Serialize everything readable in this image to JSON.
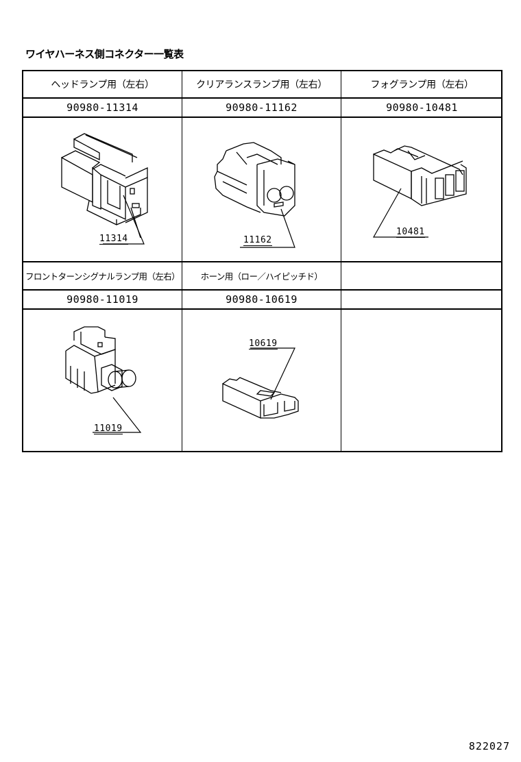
{
  "document": {
    "title": "ワイヤハーネス側コネクター一覧表",
    "doc_number": "822027"
  },
  "table": {
    "rows": [
      {
        "cells": [
          {
            "label": "ヘッドランプ用（左右）",
            "part_number": "90980-11314",
            "callout": "11314",
            "drawing": "connector-11314"
          },
          {
            "label": "クリアランスランプ用（左右）",
            "part_number": "90980-11162",
            "callout": "11162",
            "drawing": "connector-11162"
          },
          {
            "label": "フォグランプ用（左右）",
            "part_number": "90980-10481",
            "callout": "10481",
            "drawing": "connector-10481"
          }
        ]
      },
      {
        "cells": [
          {
            "label": "フロントターンシグナルランプ用（左右）",
            "part_number": "90980-11019",
            "callout": "11019",
            "drawing": "connector-11019"
          },
          {
            "label": "ホーン用（ロー／ハイピッチド）",
            "part_number": "90980-10619",
            "callout": "10619",
            "drawing": "connector-10619"
          },
          {
            "label": "",
            "part_number": "",
            "callout": "",
            "drawing": ""
          }
        ]
      }
    ]
  },
  "colors": {
    "line": "#000000",
    "background": "#ffffff"
  }
}
